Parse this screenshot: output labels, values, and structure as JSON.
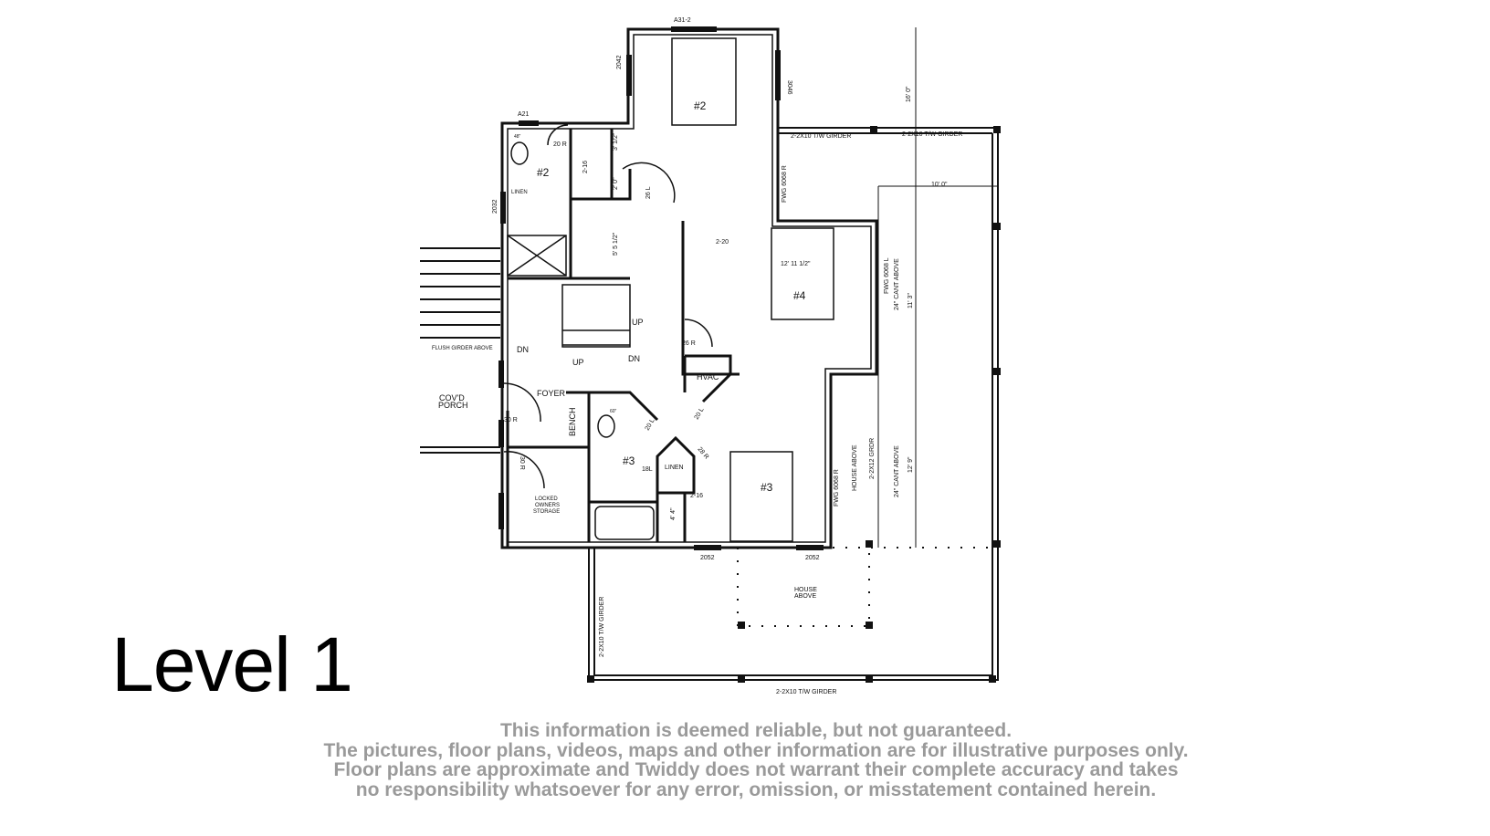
{
  "title": "Level 1",
  "rooms": {
    "bedroom2": "#2",
    "bath2": "#2",
    "bedroom4": "#4",
    "bedroom3": "#3",
    "bath3": "#3",
    "hvac": "HVAC",
    "foyer": "FOYER",
    "bench": "BENCH",
    "linen_bath2": "LINEN",
    "linen_hall": "LINEN",
    "storage": [
      "LOCKED",
      "OWNERS",
      "STORAGE"
    ],
    "porch": [
      "COV'D",
      "PORCH"
    ],
    "house_above_bottom": [
      "HOUSE",
      "ABOVE"
    ]
  },
  "labels": {
    "a31_2": "A31-2",
    "a21": "A21",
    "w2042": "2042",
    "w3046": "3046",
    "w2032": "2032",
    "girder_top_1": "2-2X10 T/W GIRDER",
    "girder_top_2": "2-2X10 T/W GIRDER",
    "girder_left": "2-2X10 T/W GIRDER",
    "girder_bottom": "2-2X10 T/W GIRDER",
    "fwg_r_top": "FWG 6068 R",
    "fwg_l": "FWG 6068 L",
    "fwg_r_bottom": "FWG 6068 R",
    "cant1": "24\" CANT ABOVE",
    "cant2": "24\" CANT ABOVE",
    "house_above_side": "HOUSE ABOVE",
    "grdr": "2-2X12 GRDR",
    "dim_16": "16' 0\"",
    "dim_10": "10' 0\"",
    "dim_11_3": "11' 3\"",
    "dim_12_9": "12' 9\"",
    "dim_12_11": "12' 11 1/2\"",
    "dim_5_5": "5' 5 1/2\"",
    "dim_2_0": "2' 0\"",
    "dim_3_1": "3' 1/2\"",
    "dim_4_4": "4' 4\"",
    "door_20r": "20 R",
    "door_2_16a": "2-16",
    "door_26l": "26 L",
    "door_2_20": "2-20",
    "door_26r": "26 R",
    "door_30r_a": "30 R",
    "door_30r_b": "30 R",
    "door_20l_a": "20 L",
    "door_20l_b": "20 L",
    "door_28r": "28 R",
    "door_18l": "18L",
    "door_2_16b": "2-16",
    "w2052_a": "2052",
    "w2052_b": "2052",
    "up1": "UP",
    "up2": "UP",
    "dn1": "DN",
    "dn2": "DN",
    "flush_girder": "FLUSH GIRDER ABOVE",
    "sink1": "48\"",
    "sink2": "60\""
  },
  "disclaimer": [
    "This information is deemed reliable, but not guaranteed.",
    "The pictures, floor plans, videos, maps and other information are for illustrative purposes only.",
    "Floor plans are approximate and Twiddy does not warrant their complete accuracy and takes",
    "no responsibility whatsoever for any error, omission, or misstatement contained herein."
  ]
}
